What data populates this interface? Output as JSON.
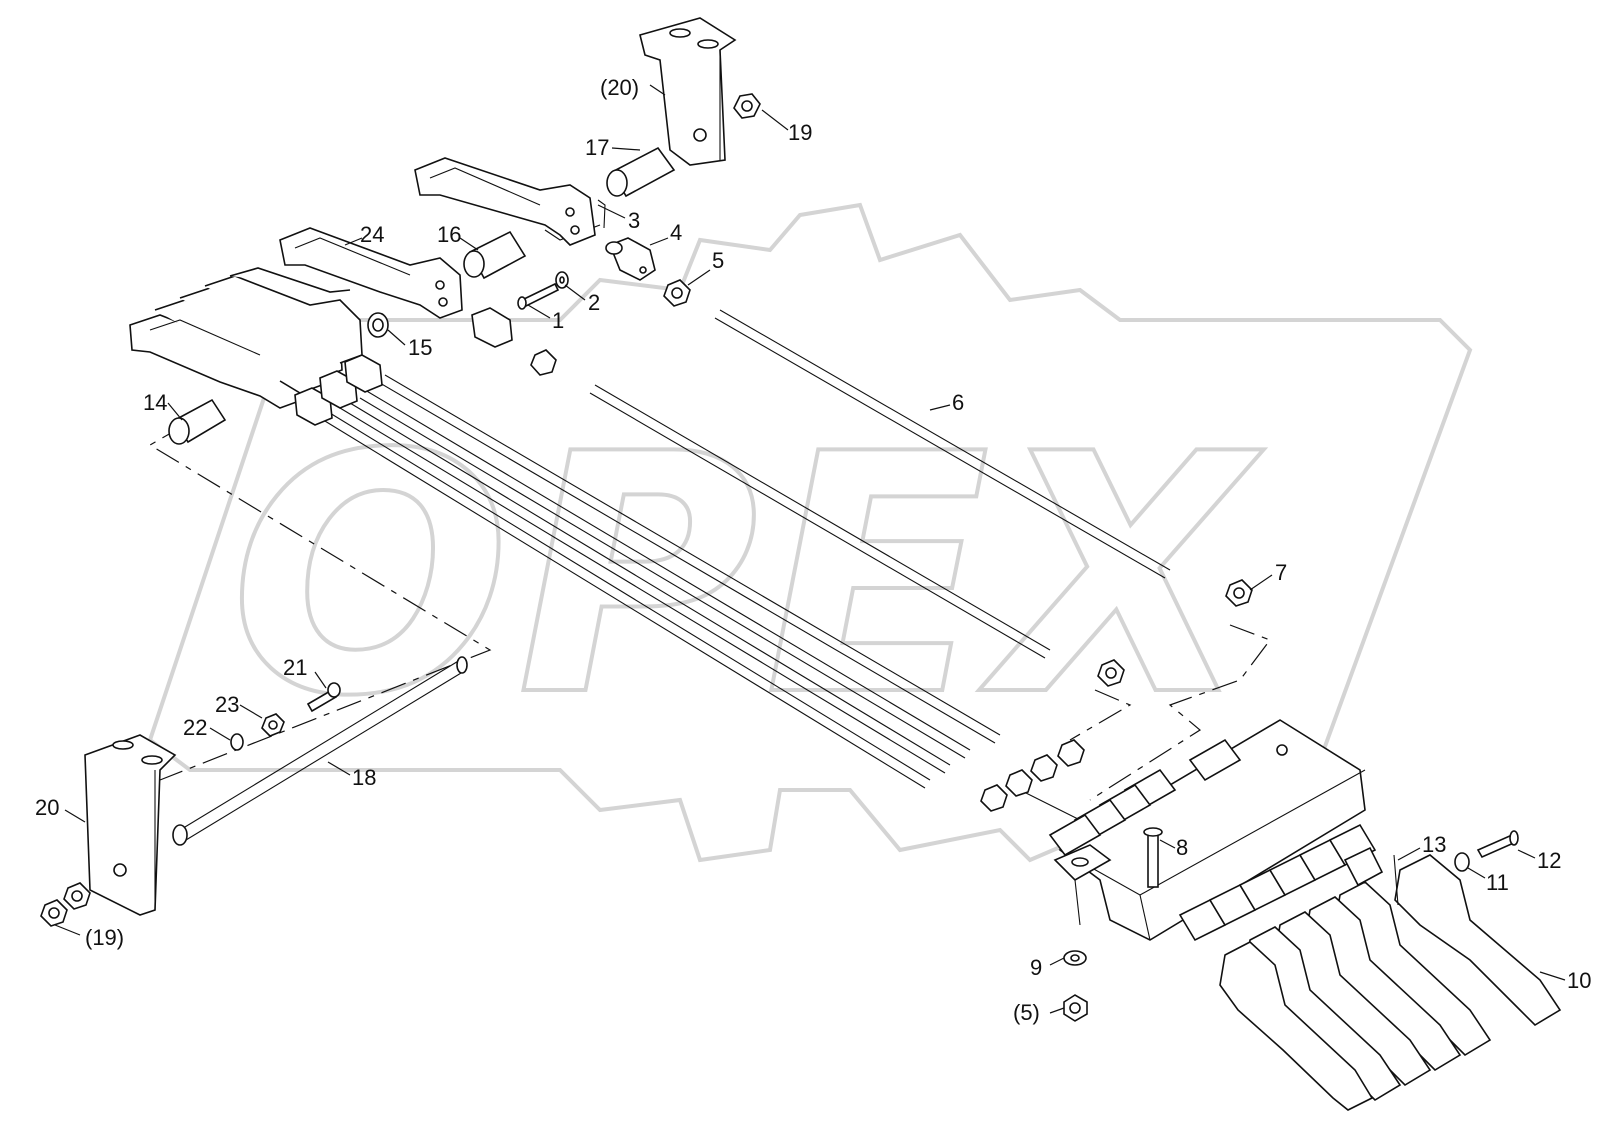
{
  "watermark": {
    "text": "OPEX",
    "color": "#d4d4d4"
  },
  "colors": {
    "line": "#111111",
    "background": "#ffffff"
  },
  "callouts": [
    {
      "id": "c1",
      "label": "1"
    },
    {
      "id": "c2",
      "label": "2"
    },
    {
      "id": "c3",
      "label": "3"
    },
    {
      "id": "c4",
      "label": "4"
    },
    {
      "id": "c5",
      "label": "5"
    },
    {
      "id": "c5b",
      "label": "(5)"
    },
    {
      "id": "c6",
      "label": "6"
    },
    {
      "id": "c7",
      "label": "7"
    },
    {
      "id": "c8",
      "label": "8"
    },
    {
      "id": "c9",
      "label": "9"
    },
    {
      "id": "c10",
      "label": "10"
    },
    {
      "id": "c11",
      "label": "11"
    },
    {
      "id": "c12",
      "label": "12"
    },
    {
      "id": "c13",
      "label": "13"
    },
    {
      "id": "c14",
      "label": "14"
    },
    {
      "id": "c15",
      "label": "15"
    },
    {
      "id": "c16",
      "label": "16"
    },
    {
      "id": "c17",
      "label": "17"
    },
    {
      "id": "c18",
      "label": "18"
    },
    {
      "id": "c19",
      "label": "19"
    },
    {
      "id": "c19b",
      "label": "(19)"
    },
    {
      "id": "c20",
      "label": "20"
    },
    {
      "id": "c20b",
      "label": "(20)"
    },
    {
      "id": "c21",
      "label": "21"
    },
    {
      "id": "c22",
      "label": "22"
    },
    {
      "id": "c23",
      "label": "23"
    },
    {
      "id": "c24",
      "label": "24"
    }
  ]
}
